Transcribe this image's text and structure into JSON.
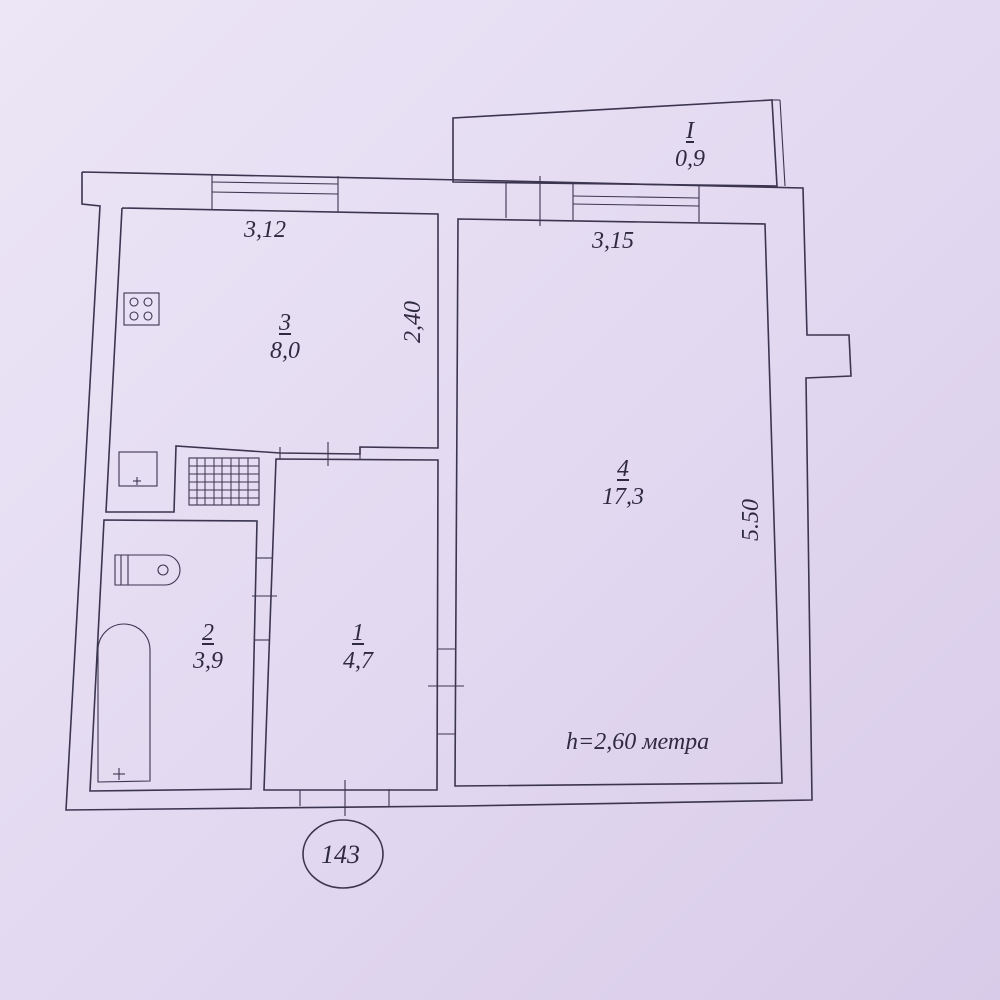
{
  "plan": {
    "ceiling_height": "h=2,60 метра",
    "apartment_number": "143",
    "colors": {
      "paper": "#e3daf0",
      "ink": "#3c3550"
    }
  },
  "rooms": [
    {
      "id": "1",
      "area": "4,7"
    },
    {
      "id": "2",
      "area": "3,9"
    },
    {
      "id": "3",
      "area": "8,0"
    },
    {
      "id": "4",
      "area": "17,3"
    },
    {
      "id": "I",
      "area": "0,9"
    }
  ],
  "dimensions": {
    "kitchen_width": "3,12",
    "kitchen_depth": "2,40",
    "living_width": "3,15",
    "living_depth": "5.50"
  },
  "fixtures": [
    "stove-icon",
    "sink-icon",
    "ventilation-grid-icon",
    "toilet-icon",
    "bathtub-icon"
  ]
}
